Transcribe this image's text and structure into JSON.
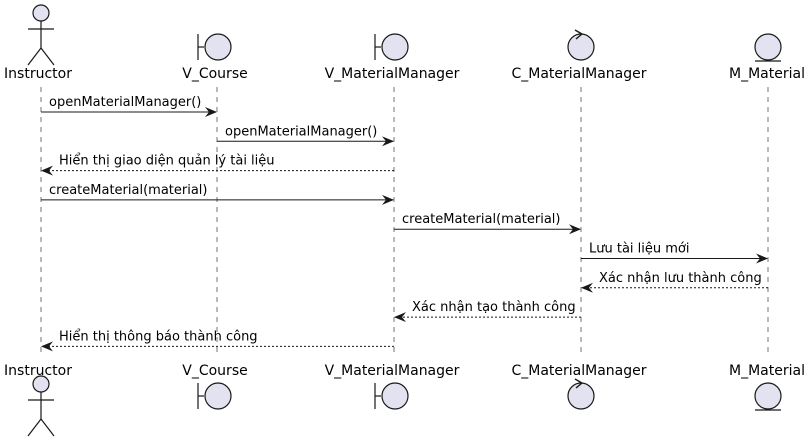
{
  "diagram": {
    "participants": [
      {
        "id": "instructor",
        "name": "Instructor",
        "kind": "actor"
      },
      {
        "id": "v_course",
        "name": "V_Course",
        "kind": "boundary"
      },
      {
        "id": "v_materialmanager",
        "name": "V_MaterialManager",
        "kind": "boundary"
      },
      {
        "id": "c_materialmanager",
        "name": "C_MaterialManager",
        "kind": "control"
      },
      {
        "id": "m_material",
        "name": "M_Material",
        "kind": "entity"
      }
    ],
    "messages": [
      {
        "from": "instructor",
        "to": "v_course",
        "label": "openMaterialManager()",
        "style": "solid"
      },
      {
        "from": "v_course",
        "to": "v_materialmanager",
        "label": "openMaterialManager()",
        "style": "solid"
      },
      {
        "from": "v_materialmanager",
        "to": "instructor",
        "label": "Hiển thị giao diện quản lý tài liệu",
        "style": "dashed"
      },
      {
        "from": "instructor",
        "to": "v_materialmanager",
        "label": "createMaterial(material)",
        "style": "solid"
      },
      {
        "from": "v_materialmanager",
        "to": "c_materialmanager",
        "label": "createMaterial(material)",
        "style": "solid"
      },
      {
        "from": "c_materialmanager",
        "to": "m_material",
        "label": "Lưu tài liệu mới",
        "style": "solid"
      },
      {
        "from": "m_material",
        "to": "c_materialmanager",
        "label": "Xác nhận lưu thành công",
        "style": "dashed"
      },
      {
        "from": "c_materialmanager",
        "to": "v_materialmanager",
        "label": "Xác nhận tạo thành công",
        "style": "dashed"
      },
      {
        "from": "v_materialmanager",
        "to": "instructor",
        "label": "Hiển thị thông báo thành công",
        "style": "dashed"
      }
    ],
    "colors": {
      "participant_fill": "#E2E2F0",
      "participant_stroke": "#181818",
      "lifeline": "#181818",
      "arrow": "#181818",
      "background": "#FFFFFF"
    }
  }
}
